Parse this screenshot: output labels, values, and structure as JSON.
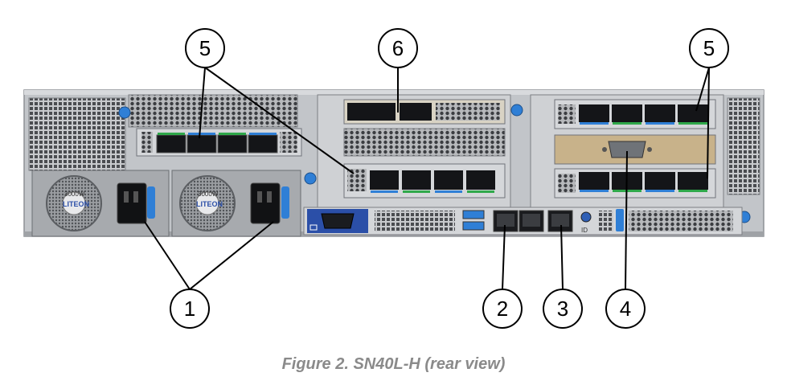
{
  "figure": {
    "caption": "Figure 2. SN40L-H (rear view)"
  },
  "callouts": [
    {
      "label": "5"
    },
    {
      "label": "6"
    },
    {
      "label": "5"
    },
    {
      "label": "1"
    },
    {
      "label": "2"
    },
    {
      "label": "3"
    },
    {
      "label": "4"
    }
  ],
  "psu": {
    "brand": "LITEON",
    "wattage": "3000W"
  },
  "id_label": "ID",
  "colors": {
    "chassis": "#b9bcc0",
    "chassis_dark": "#6d7075",
    "accent_blue": "#2f7fd6",
    "port_green": "#2fa84a",
    "vga_blue": "#2b4fa8",
    "serial_tan": "#c8b28a"
  }
}
